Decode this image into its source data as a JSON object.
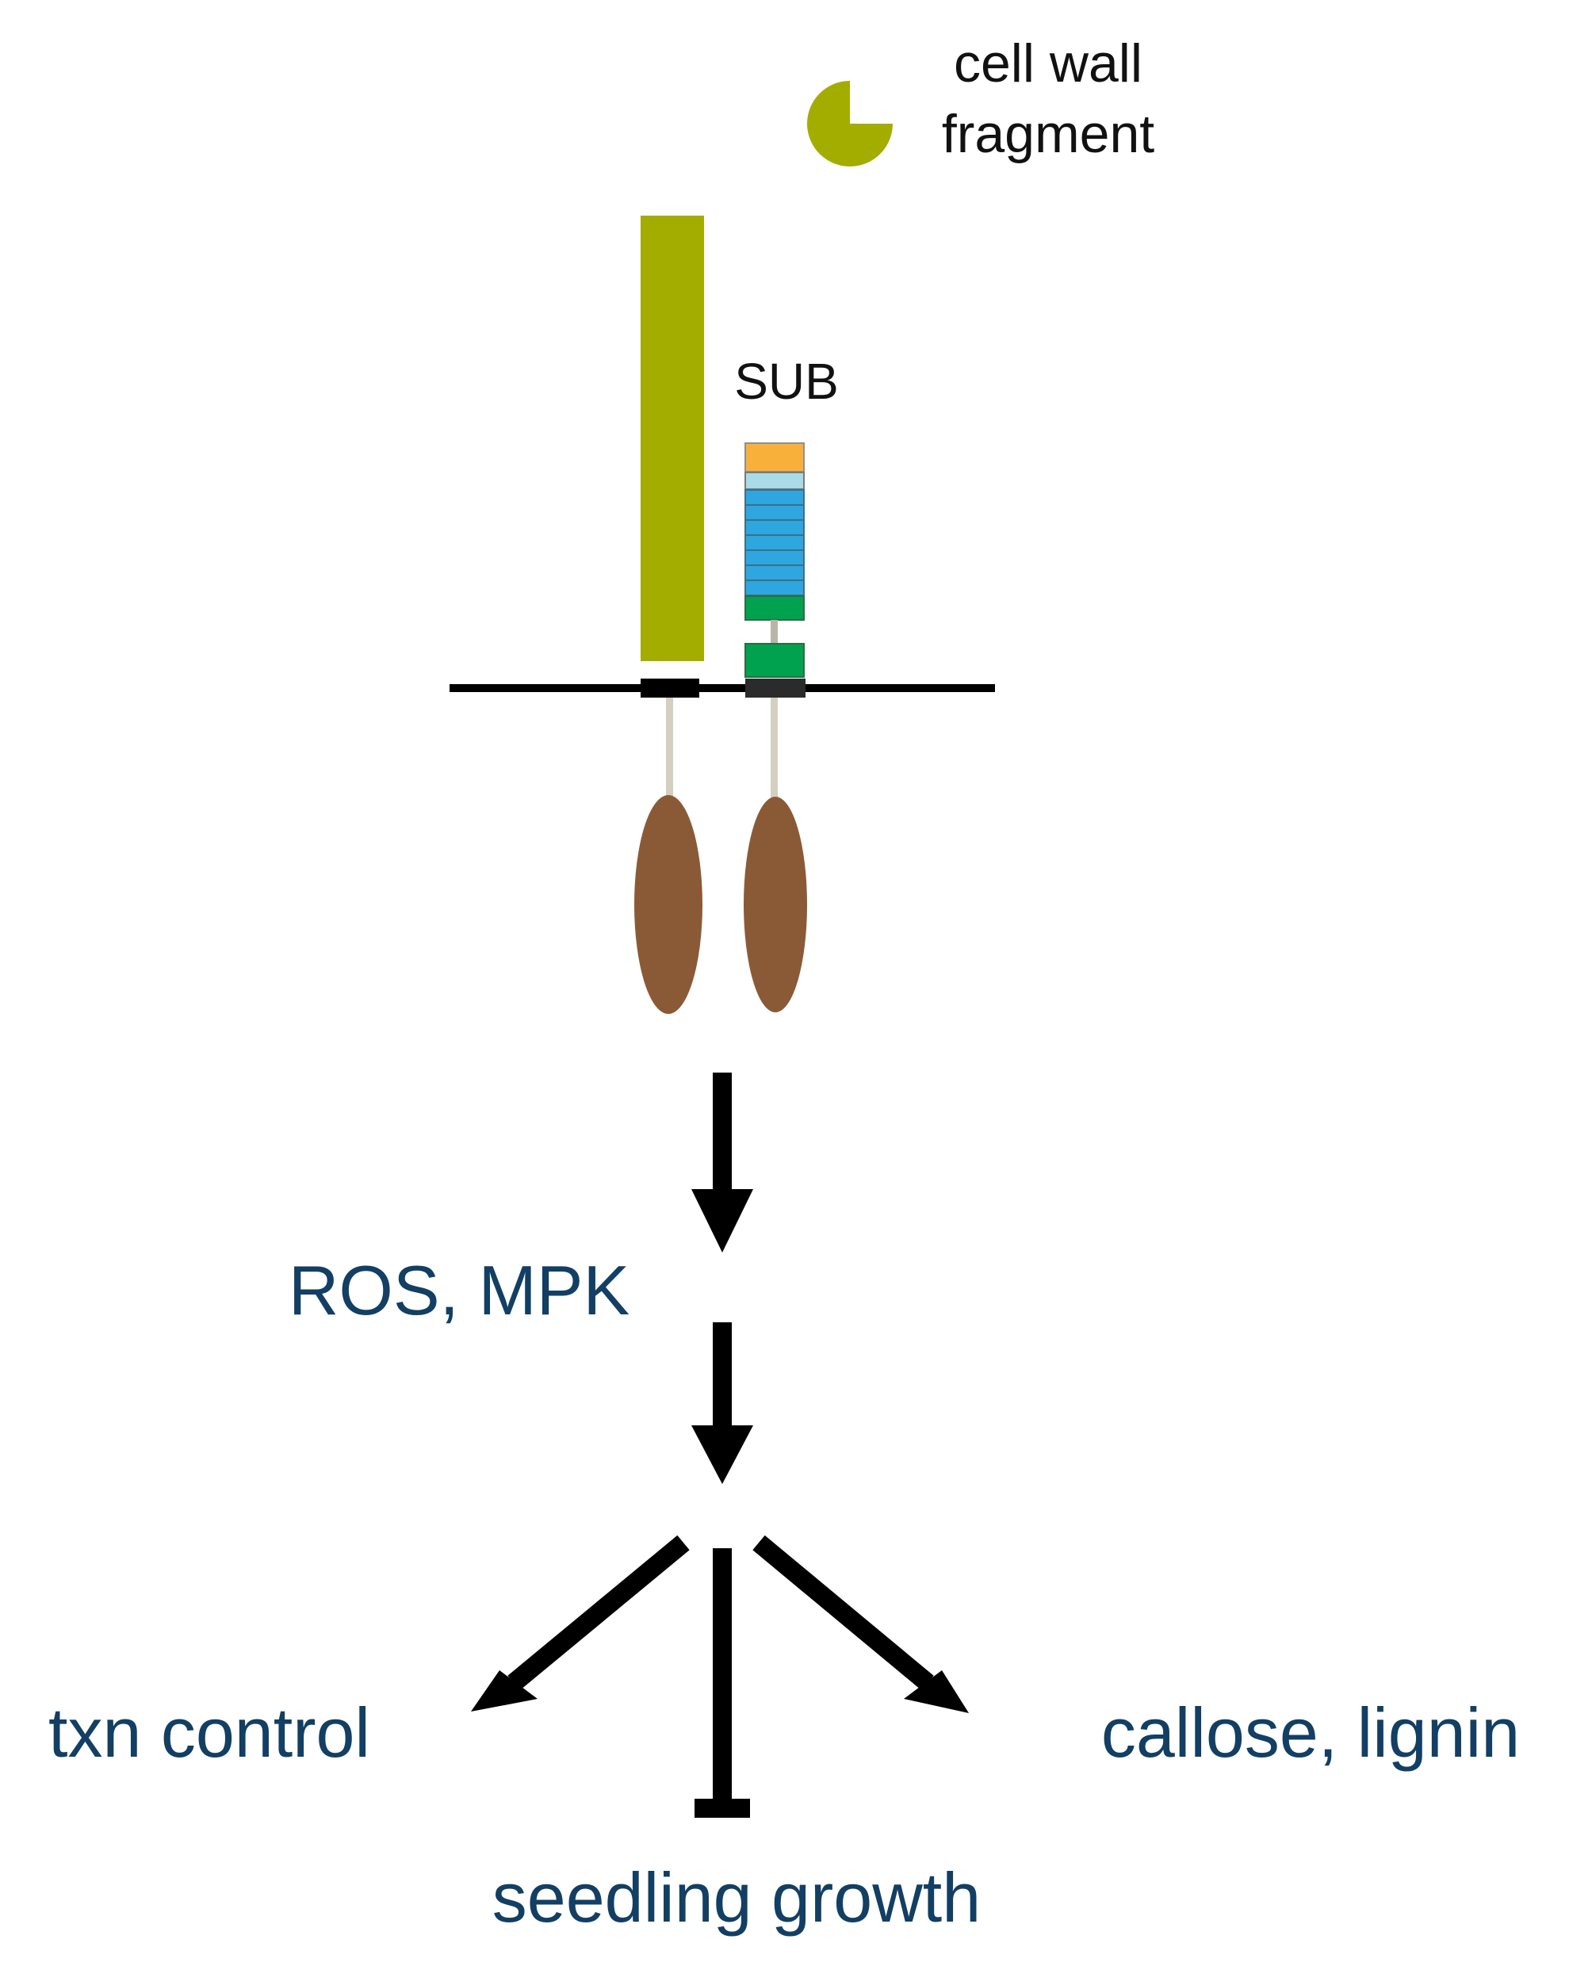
{
  "labels": {
    "cell_wall_fragment_line1": "cell wall",
    "cell_wall_fragment_line2": "fragment",
    "sub": "SUB",
    "ros_mpk": "ROS, MPK",
    "txn_control": "txn control",
    "callose_lignin": "callose, lignin",
    "seedling_growth": "seedling growth"
  },
  "colors": {
    "olive": "#a3ad00",
    "orange": "#f9b03b",
    "light_blue": "#a9dce6",
    "blue": "#2ea6df",
    "green": "#00a14f",
    "brown": "#8a5a36",
    "stalk": "#d4cfc0",
    "black": "#000000",
    "label_blue": "#123f63"
  }
}
